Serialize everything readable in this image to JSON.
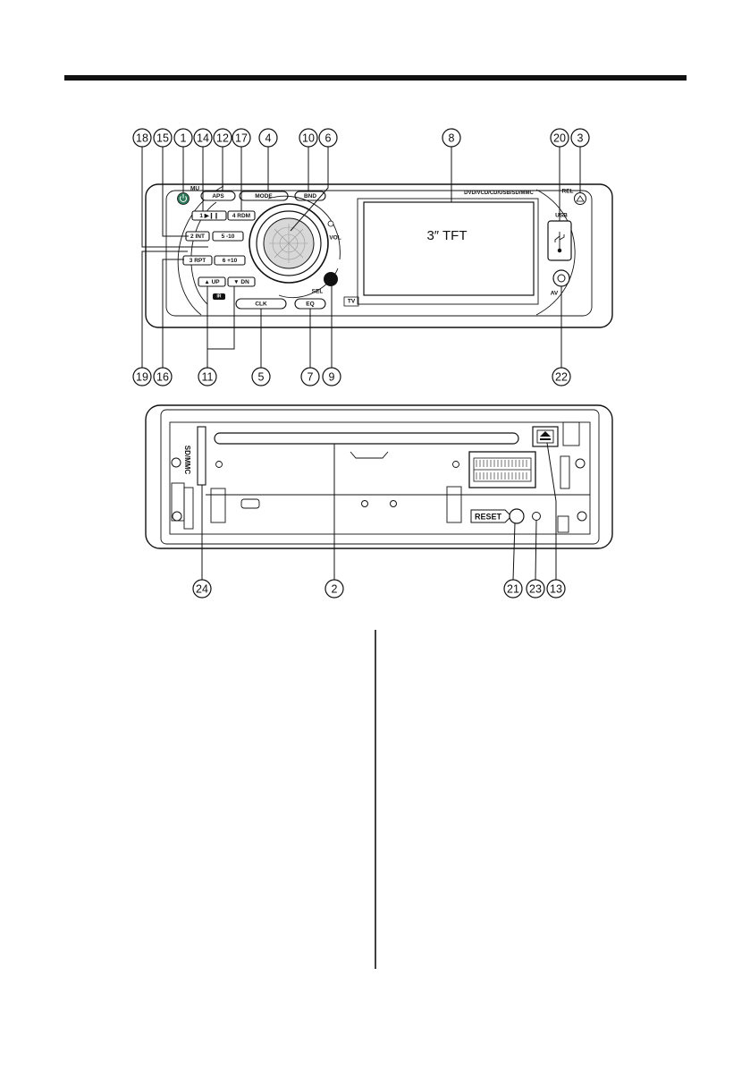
{
  "front_panel": {
    "screen_label": "3″ TFT",
    "format_label": "DVD/VCD/CD/USB/SD/MMC",
    "buttons": {
      "mu": "MU",
      "aps": "APS",
      "mode": "MODE",
      "bnd": "BND",
      "hi": "1  ▶❙❙",
      "rdm": "4 RDM",
      "int": "2 INT",
      "minus10": "5 -10",
      "rpt": "3 RPT",
      "plus10": "6 +10",
      "up": "▲ UP",
      "dn": "▼ DN",
      "clk": "CLK",
      "eq": "EQ"
    },
    "labels": {
      "vol": "VOL",
      "sel": "SEL",
      "rel": "REL",
      "usb": "USB",
      "av": "AV",
      "tv": "TV",
      "ir": "IR"
    }
  },
  "rear_panel": {
    "reset_label": "RESET",
    "card_label": "SD/MMC"
  },
  "callouts_front_top": [
    "18",
    "15",
    "1",
    "14",
    "12",
    "17",
    "4",
    "10",
    "6",
    "8",
    "20",
    "3"
  ],
  "callouts_front_bottom": [
    "19",
    "16",
    "11",
    "5",
    "7",
    "9",
    "22"
  ],
  "callouts_rear": [
    "24",
    "2",
    "21",
    "23",
    "13"
  ],
  "icons": {
    "power": "power-icon",
    "release": "release-icon",
    "usb": "usb-icon",
    "eject": "eject-icon"
  }
}
